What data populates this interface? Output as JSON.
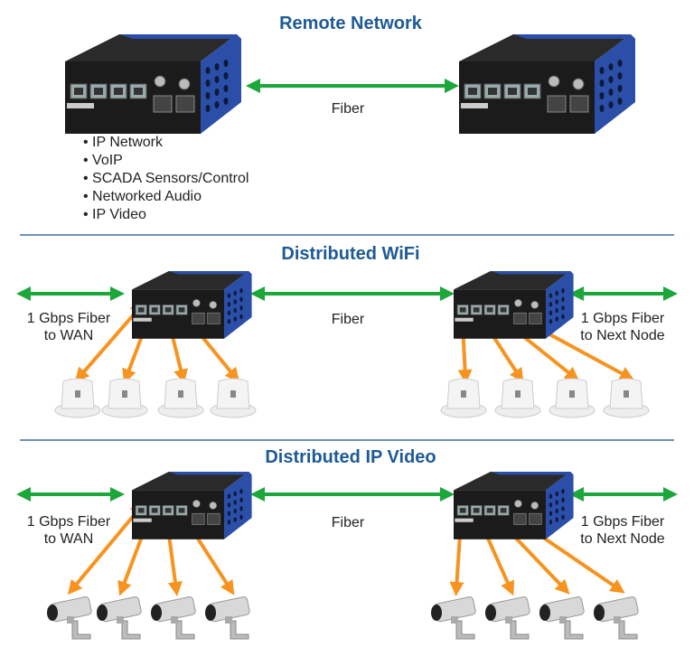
{
  "sections": [
    {
      "title": "Remote Network",
      "fiber_label": "Fiber",
      "bullets": [
        "IP Network",
        "VoIP",
        "SCADA Sensors/Control",
        "Networked Audio",
        "IP Video"
      ]
    },
    {
      "title": "Distributed WiFi",
      "fiber_label": "Fiber",
      "left_label": [
        "1 Gbps Fiber",
        "to WAN"
      ],
      "right_label": [
        "1 Gbps Fiber",
        "to Next Node"
      ],
      "endpoint_icon": "wifi-access-point-icon"
    },
    {
      "title": "Distributed IP Video",
      "fiber_label": "Fiber",
      "left_label": [
        "1 Gbps Fiber",
        "to WAN"
      ],
      "right_label": [
        "1 Gbps Fiber",
        "to Next Node"
      ],
      "endpoint_icon": "ip-camera-icon"
    }
  ],
  "colors": {
    "title": "#1d5a96",
    "fiber_arrow": "#1ca73a",
    "copper_arrow": "#f7931e",
    "divider": "#3a6ea5",
    "device_body": "#1b1b1b",
    "device_side": "#2b4fa8"
  }
}
